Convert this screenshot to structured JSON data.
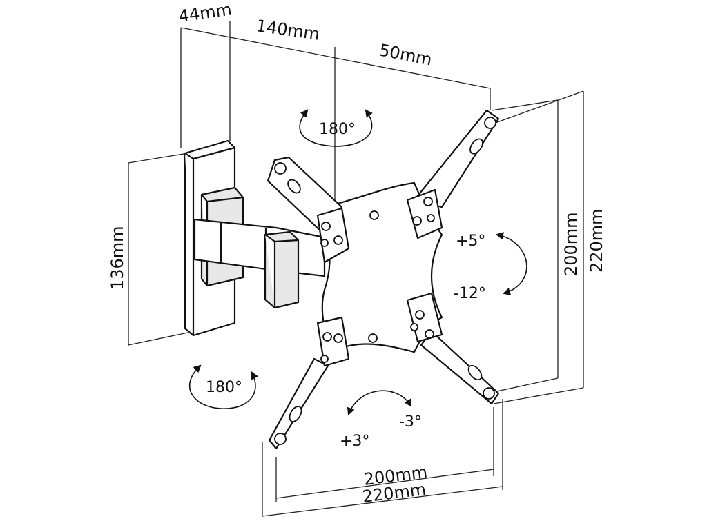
{
  "dimensions": {
    "wall_plate_depth": "44mm",
    "arm_length": "140mm",
    "plate_offset": "50mm",
    "wall_plate_height": "136mm",
    "vesa_vertical_inner": "200mm",
    "vesa_vertical_outer": "220mm",
    "vesa_horizontal_inner": "200mm",
    "vesa_horizontal_outer": "220mm"
  },
  "rotations": {
    "swivel_top": "180°",
    "swivel_bottom": "180°",
    "tilt_up": "+5°",
    "tilt_down": "-12°",
    "level_plus": "+3°",
    "level_minus": "-3°"
  }
}
